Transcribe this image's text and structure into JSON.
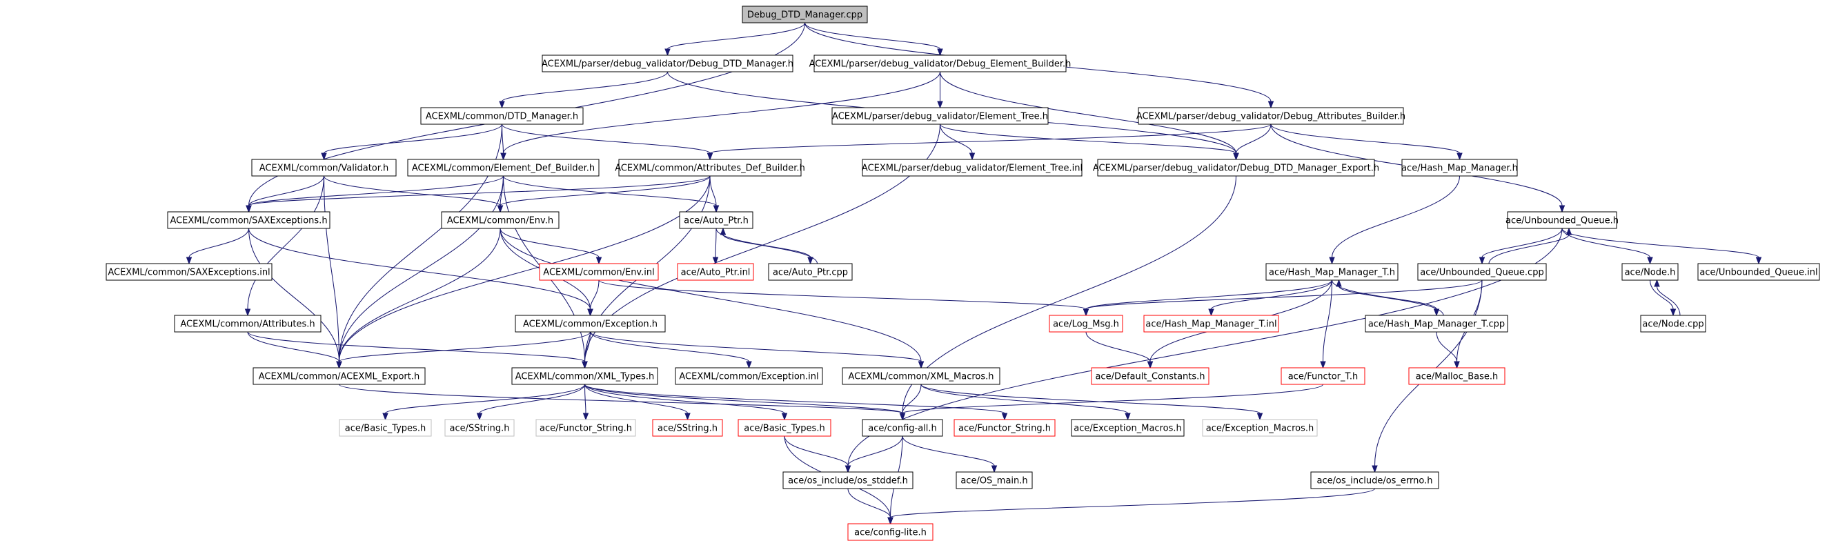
{
  "colors": {
    "edge": "#191970",
    "normal_border": "#000000",
    "missing_border": "#ff0000",
    "external_border": "#bfbfbf",
    "root_fill": "#bfbfbf"
  },
  "nodes": [
    {
      "id": "root",
      "label": "Debug_DTD_Manager.cpp",
      "kind": "root"
    },
    {
      "id": "dbg_dtd_mgr_h",
      "label": "ACEXML/parser/debug_validator/Debug_DTD_Manager.h",
      "kind": "normal"
    },
    {
      "id": "dbg_elem_builder_h",
      "label": "ACEXML/parser/debug_validator/Debug_Element_Builder.h",
      "kind": "normal"
    },
    {
      "id": "dtd_mgr_h",
      "label": "ACEXML/common/DTD_Manager.h",
      "kind": "normal"
    },
    {
      "id": "element_tree_h",
      "label": "ACEXML/parser/debug_validator/Element_Tree.h",
      "kind": "normal"
    },
    {
      "id": "dbg_attr_builder_h",
      "label": "ACEXML/parser/debug_validator/Debug_Attributes_Builder.h",
      "kind": "normal"
    },
    {
      "id": "validator_h",
      "label": "ACEXML/common/Validator.h",
      "kind": "normal"
    },
    {
      "id": "elem_def_builder_h",
      "label": "ACEXML/common/Element_Def_Builder.h",
      "kind": "normal"
    },
    {
      "id": "attr_def_builder_h",
      "label": "ACEXML/common/Attributes_Def_Builder.h",
      "kind": "normal"
    },
    {
      "id": "element_tree_inl",
      "label": "ACEXML/parser/debug_validator/Element_Tree.inl",
      "kind": "normal"
    },
    {
      "id": "dbg_export_h",
      "label": "ACEXML/parser/debug_validator/Debug_DTD_Manager_Export.h",
      "kind": "normal"
    },
    {
      "id": "hash_map_mgr_h",
      "label": "ace/Hash_Map_Manager.h",
      "kind": "normal"
    },
    {
      "id": "sax_exc_h",
      "label": "ACEXML/common/SAXExceptions.h",
      "kind": "normal"
    },
    {
      "id": "env_h",
      "label": "ACEXML/common/Env.h",
      "kind": "normal"
    },
    {
      "id": "auto_ptr_h",
      "label": "ace/Auto_Ptr.h",
      "kind": "normal"
    },
    {
      "id": "unbounded_queue_h",
      "label": "ace/Unbounded_Queue.h",
      "kind": "normal"
    },
    {
      "id": "sax_exc_inl",
      "label": "ACEXML/common/SAXExceptions.inl",
      "kind": "normal"
    },
    {
      "id": "env_inl",
      "label": "ACEXML/common/Env.inl",
      "kind": "missing"
    },
    {
      "id": "auto_ptr_inl",
      "label": "ace/Auto_Ptr.inl",
      "kind": "missing"
    },
    {
      "id": "auto_ptr_cpp",
      "label": "ace/Auto_Ptr.cpp",
      "kind": "normal"
    },
    {
      "id": "hash_map_mgr_t_h",
      "label": "ace/Hash_Map_Manager_T.h",
      "kind": "normal"
    },
    {
      "id": "unbounded_queue_cpp",
      "label": "ace/Unbounded_Queue.cpp",
      "kind": "normal"
    },
    {
      "id": "node_h",
      "label": "ace/Node.h",
      "kind": "normal"
    },
    {
      "id": "unbounded_queue_inl",
      "label": "ace/Unbounded_Queue.inl",
      "kind": "normal"
    },
    {
      "id": "attributes_h",
      "label": "ACEXML/common/Attributes.h",
      "kind": "normal"
    },
    {
      "id": "exception_h",
      "label": "ACEXML/common/Exception.h",
      "kind": "normal"
    },
    {
      "id": "log_msg_h",
      "label": "ace/Log_Msg.h",
      "kind": "missing"
    },
    {
      "id": "hash_map_mgr_t_inl",
      "label": "ace/Hash_Map_Manager_T.inl",
      "kind": "missing"
    },
    {
      "id": "hash_map_mgr_t_cpp",
      "label": "ace/Hash_Map_Manager_T.cpp",
      "kind": "normal"
    },
    {
      "id": "node_cpp",
      "label": "ace/Node.cpp",
      "kind": "normal"
    },
    {
      "id": "acexml_export_h",
      "label": "ACEXML/common/ACEXML_Export.h",
      "kind": "normal"
    },
    {
      "id": "xml_types_h",
      "label": "ACEXML/common/XML_Types.h",
      "kind": "normal"
    },
    {
      "id": "exception_inl",
      "label": "ACEXML/common/Exception.inl",
      "kind": "normal"
    },
    {
      "id": "xml_macros_h",
      "label": "ACEXML/common/XML_Macros.h",
      "kind": "normal"
    },
    {
      "id": "default_constants_h",
      "label": "ace/Default_Constants.h",
      "kind": "missing"
    },
    {
      "id": "functor_t_h",
      "label": "ace/Functor_T.h",
      "kind": "missing"
    },
    {
      "id": "malloc_base_h",
      "label": "ace/Malloc_Base.h",
      "kind": "missing"
    },
    {
      "id": "basic_types_h_ext",
      "label": "ace/Basic_Types.h",
      "kind": "external"
    },
    {
      "id": "sstring_h_ext",
      "label": "ace/SString.h",
      "kind": "external"
    },
    {
      "id": "functor_string_h_ext",
      "label": "ace/Functor_String.h",
      "kind": "external"
    },
    {
      "id": "sstring_h",
      "label": "ace/SString.h",
      "kind": "missing"
    },
    {
      "id": "basic_types_h",
      "label": "ace/Basic_Types.h",
      "kind": "missing"
    },
    {
      "id": "config_all_h",
      "label": "ace/config-all.h",
      "kind": "normal"
    },
    {
      "id": "functor_string_h",
      "label": "ace/Functor_String.h",
      "kind": "missing"
    },
    {
      "id": "exception_macros_h",
      "label": "ace/Exception_Macros.h",
      "kind": "normal"
    },
    {
      "id": "exception_macros_h_ext",
      "label": "ace/Exception_Macros.h",
      "kind": "external"
    },
    {
      "id": "os_stddef_h",
      "label": "ace/os_include/os_stddef.h",
      "kind": "normal"
    },
    {
      "id": "os_main_h",
      "label": "ace/OS_main.h",
      "kind": "normal"
    },
    {
      "id": "os_errno_h",
      "label": "ace/os_include/os_errno.h",
      "kind": "normal"
    },
    {
      "id": "config_lite_h",
      "label": "ace/config-lite.h",
      "kind": "missing"
    }
  ],
  "edges": [
    [
      "root",
      "dbg_dtd_mgr_h"
    ],
    [
      "root",
      "dbg_elem_builder_h"
    ],
    [
      "root",
      "dbg_attr_builder_h"
    ],
    [
      "root",
      "sax_exc_h"
    ],
    [
      "dbg_dtd_mgr_h",
      "dtd_mgr_h"
    ],
    [
      "dbg_dtd_mgr_h",
      "dbg_export_h"
    ],
    [
      "dbg_elem_builder_h",
      "element_tree_h"
    ],
    [
      "dbg_elem_builder_h",
      "elem_def_builder_h"
    ],
    [
      "dbg_elem_builder_h",
      "dbg_export_h"
    ],
    [
      "dbg_attr_builder_h",
      "attr_def_builder_h"
    ],
    [
      "dbg_attr_builder_h",
      "dbg_export_h"
    ],
    [
      "dbg_attr_builder_h",
      "hash_map_mgr_h"
    ],
    [
      "dbg_attr_builder_h",
      "unbounded_queue_h"
    ],
    [
      "dtd_mgr_h",
      "validator_h"
    ],
    [
      "dtd_mgr_h",
      "elem_def_builder_h"
    ],
    [
      "dtd_mgr_h",
      "attr_def_builder_h"
    ],
    [
      "dtd_mgr_h",
      "acexml_export_h"
    ],
    [
      "element_tree_h",
      "element_tree_inl"
    ],
    [
      "element_tree_h",
      "dbg_export_h"
    ],
    [
      "element_tree_h",
      "xml_types_h"
    ],
    [
      "validator_h",
      "sax_exc_h"
    ],
    [
      "validator_h",
      "env_h"
    ],
    [
      "validator_h",
      "attributes_h"
    ],
    [
      "validator_h",
      "acexml_export_h"
    ],
    [
      "elem_def_builder_h",
      "sax_exc_h"
    ],
    [
      "elem_def_builder_h",
      "env_h"
    ],
    [
      "elem_def_builder_h",
      "auto_ptr_h"
    ],
    [
      "elem_def_builder_h",
      "acexml_export_h"
    ],
    [
      "elem_def_builder_h",
      "xml_types_h"
    ],
    [
      "attr_def_builder_h",
      "sax_exc_h"
    ],
    [
      "attr_def_builder_h",
      "env_h"
    ],
    [
      "attr_def_builder_h",
      "auto_ptr_h"
    ],
    [
      "attr_def_builder_h",
      "acexml_export_h"
    ],
    [
      "attr_def_builder_h",
      "xml_types_h"
    ],
    [
      "dbg_export_h",
      "config_all_h"
    ],
    [
      "hash_map_mgr_h",
      "hash_map_mgr_t_h"
    ],
    [
      "sax_exc_h",
      "sax_exc_inl"
    ],
    [
      "sax_exc_h",
      "exception_h"
    ],
    [
      "sax_exc_h",
      "acexml_export_h"
    ],
    [
      "env_h",
      "env_inl"
    ],
    [
      "env_h",
      "exception_h"
    ],
    [
      "env_h",
      "acexml_export_h"
    ],
    [
      "env_h",
      "xml_macros_h"
    ],
    [
      "auto_ptr_h",
      "auto_ptr_inl"
    ],
    [
      "auto_ptr_h",
      "auto_ptr_cpp"
    ],
    [
      "auto_ptr_cpp",
      "auto_ptr_h"
    ],
    [
      "unbounded_queue_h",
      "unbounded_queue_cpp"
    ],
    [
      "unbounded_queue_h",
      "node_h"
    ],
    [
      "unbounded_queue_h",
      "unbounded_queue_inl"
    ],
    [
      "unbounded_queue_h",
      "os_stddef_h"
    ],
    [
      "unbounded_queue_cpp",
      "unbounded_queue_h"
    ],
    [
      "unbounded_queue_cpp",
      "log_msg_h"
    ],
    [
      "unbounded_queue_cpp",
      "malloc_base_h"
    ],
    [
      "unbounded_queue_cpp",
      "os_errno_h"
    ],
    [
      "env_inl",
      "exception_h"
    ],
    [
      "env_inl",
      "log_msg_h"
    ],
    [
      "hash_map_mgr_t_h",
      "log_msg_h"
    ],
    [
      "hash_map_mgr_t_h",
      "hash_map_mgr_t_inl"
    ],
    [
      "hash_map_mgr_t_h",
      "hash_map_mgr_t_cpp"
    ],
    [
      "hash_map_mgr_t_h",
      "default_constants_h"
    ],
    [
      "hash_map_mgr_t_h",
      "functor_t_h"
    ],
    [
      "hash_map_mgr_t_cpp",
      "hash_map_mgr_t_h"
    ],
    [
      "hash_map_mgr_t_cpp",
      "malloc_base_h"
    ],
    [
      "node_h",
      "node_cpp"
    ],
    [
      "node_cpp",
      "node_h"
    ],
    [
      "attributes_h",
      "acexml_export_h"
    ],
    [
      "attributes_h",
      "xml_types_h"
    ],
    [
      "exception_h",
      "acexml_export_h"
    ],
    [
      "exception_h",
      "xml_types_h"
    ],
    [
      "exception_h",
      "exception_inl"
    ],
    [
      "exception_h",
      "xml_macros_h"
    ],
    [
      "log_msg_h",
      "default_constants_h"
    ],
    [
      "functor_t_h",
      "config_all_h"
    ],
    [
      "acexml_export_h",
      "config_all_h"
    ],
    [
      "xml_types_h",
      "basic_types_h_ext"
    ],
    [
      "xml_types_h",
      "sstring_h_ext"
    ],
    [
      "xml_types_h",
      "functor_string_h_ext"
    ],
    [
      "xml_types_h",
      "sstring_h"
    ],
    [
      "xml_types_h",
      "basic_types_h"
    ],
    [
      "xml_types_h",
      "config_all_h"
    ],
    [
      "xml_types_h",
      "functor_string_h"
    ],
    [
      "xml_macros_h",
      "config_all_h"
    ],
    [
      "xml_macros_h",
      "exception_macros_h"
    ],
    [
      "xml_macros_h",
      "exception_macros_h_ext"
    ],
    [
      "basic_types_h",
      "os_stddef_h"
    ],
    [
      "basic_types_h",
      "config_lite_h"
    ],
    [
      "config_all_h",
      "os_stddef_h"
    ],
    [
      "config_all_h",
      "os_main_h"
    ],
    [
      "config_all_h",
      "config_lite_h"
    ],
    [
      "os_stddef_h",
      "config_lite_h"
    ],
    [
      "os_errno_h",
      "config_lite_h"
    ]
  ]
}
